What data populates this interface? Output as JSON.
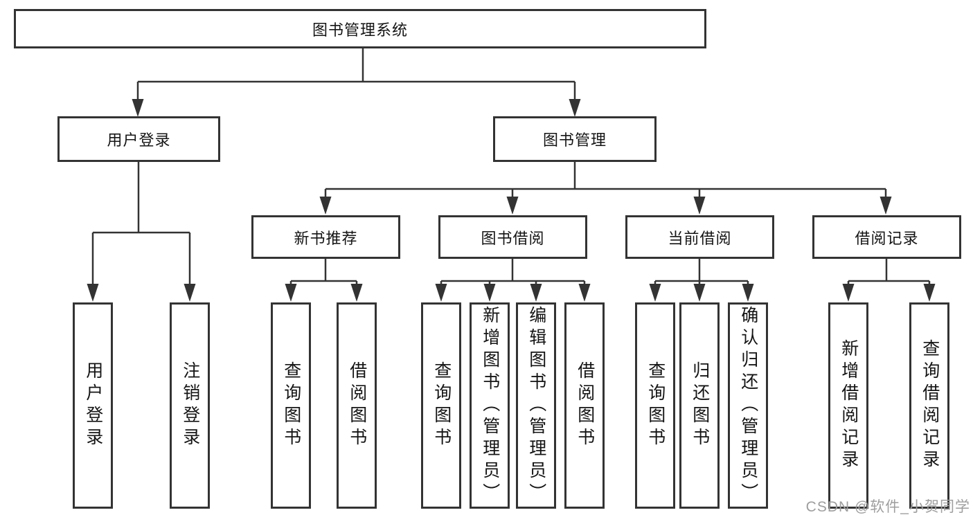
{
  "colors": {
    "line": "#333333",
    "box_border": "#333333",
    "box_fill": "#ffffff",
    "text": "#141414",
    "watermark": "#9e9e9e",
    "background": "#ffffff"
  },
  "watermark": {
    "text": "CSDN @软件_小贺同学"
  },
  "tree": {
    "label": "图书管理系统",
    "children": [
      {
        "label": "用户登录",
        "children": [
          {
            "label": "用户登录"
          },
          {
            "label": "注销登录"
          }
        ]
      },
      {
        "label": "图书管理",
        "children": [
          {
            "label": "新书推荐",
            "children": [
              {
                "label": "查询图书"
              },
              {
                "label": "借阅图书"
              }
            ]
          },
          {
            "label": "图书借阅",
            "children": [
              {
                "label": "查询图书"
              },
              {
                "label": "新增图书（管理员）"
              },
              {
                "label": "编辑图书（管理员）"
              },
              {
                "label": "借阅图书"
              }
            ]
          },
          {
            "label": "当前借阅",
            "children": [
              {
                "label": "查询图书"
              },
              {
                "label": "归还图书"
              },
              {
                "label": "确认归还（管理员）"
              }
            ]
          },
          {
            "label": "借阅记录",
            "children": [
              {
                "label": "新增借阅记录"
              },
              {
                "label": "查询借阅记录"
              }
            ]
          }
        ]
      }
    ]
  }
}
